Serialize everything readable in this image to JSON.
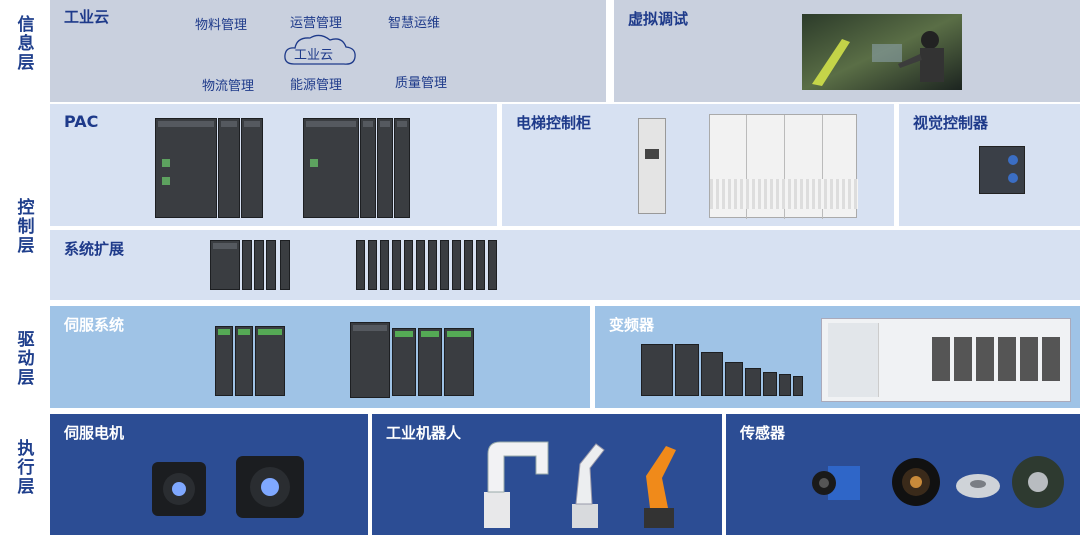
{
  "layers": {
    "info": "信息层",
    "control": "控制层",
    "drive": "驱动层",
    "exec": "执行层"
  },
  "info": {
    "cloud_title": "工业云",
    "cloud_center": "工业云",
    "items": [
      "物料管理",
      "运营管理",
      "智慧运维",
      "物流管理",
      "能源管理",
      "质量管理"
    ],
    "virtual_title": "虚拟调试"
  },
  "control": {
    "pac_title": "PAC",
    "elevator_title": "电梯控制柜",
    "vision_title": "视觉控制器",
    "expansion_title": "系统扩展"
  },
  "drive": {
    "servo_sys_title": "伺服系统",
    "inverter_title": "变频器"
  },
  "exec": {
    "motor_title": "伺服电机",
    "robot_title": "工业机器人",
    "sensor_title": "传感器"
  },
  "colors": {
    "info_bg": "#c9d0de",
    "ctrl_bg": "#d7e1f2",
    "drive_bg": "#9fc3e6",
    "exec_bg": "#2c4d94",
    "label": "#1f3f8c"
  }
}
